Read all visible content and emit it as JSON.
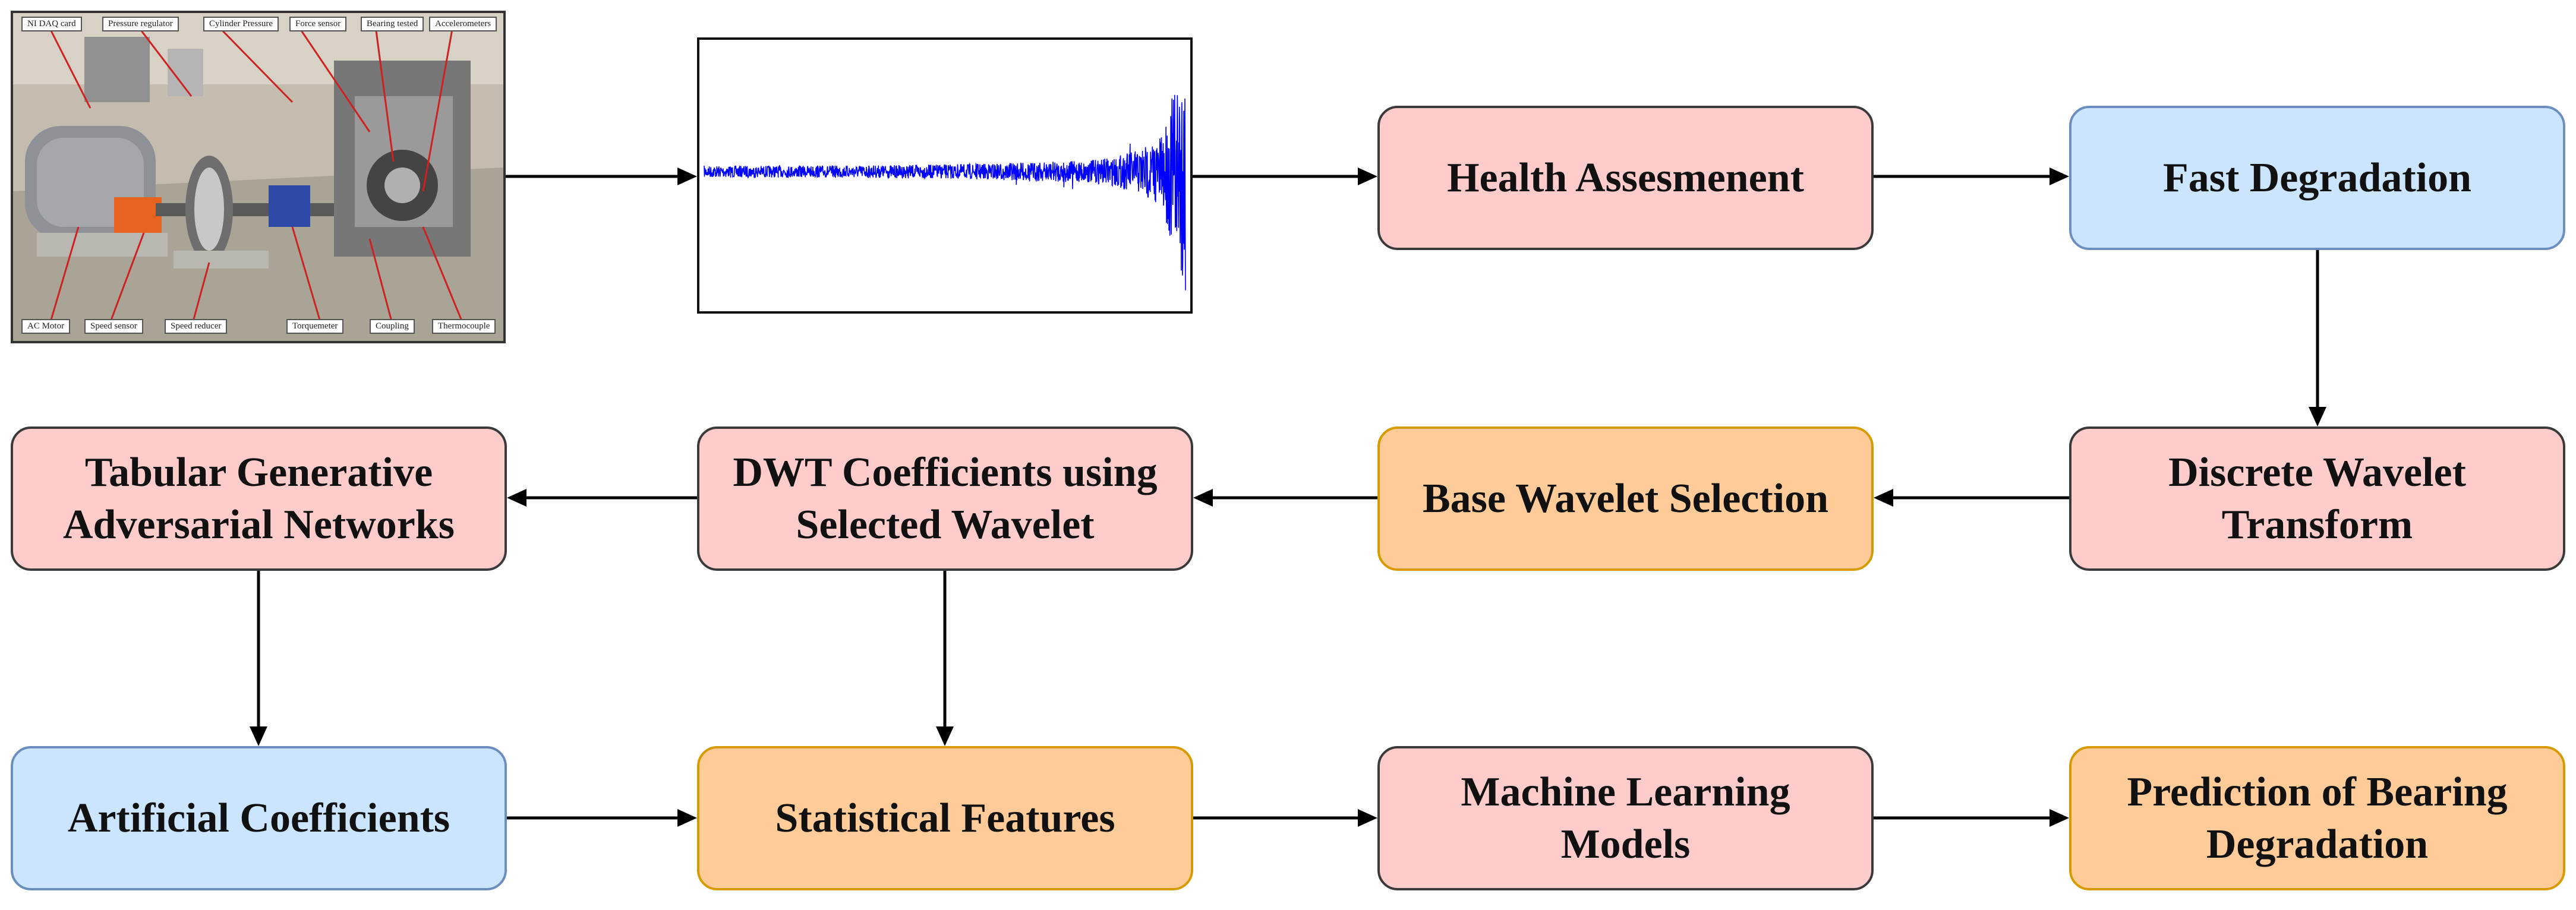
{
  "photo": {
    "top_labels": [
      "NI DAQ card",
      "Pressure regulator",
      "Cylinder Pressure",
      "Force sensor",
      "Bearing tested",
      "Accelerometers"
    ],
    "bottom_labels": [
      "AC Motor",
      "Speed sensor",
      "Speed reducer",
      "Torquemeter",
      "Coupling",
      "Thermocouple"
    ]
  },
  "nodes": {
    "health_assessment": "Health Assesmenent",
    "fast_degradation": "Fast Degradation",
    "discrete_wavelet_transform": "Discrete Wavelet\nTransform",
    "base_wavelet_selection": "Base Wavelet Selection",
    "dwt_coefficients": "DWT Coefficients using\nSelected Wavelet",
    "tabular_gan": "Tabular Generative\nAdversarial Networks",
    "artificial_coefficients": "Artificial Coefficients",
    "statistical_features": "Statistical Features",
    "machine_learning_models": "Machine Learning\nModels",
    "prediction": "Prediction of Bearing\nDegradation"
  },
  "colors": {
    "pink": "#ffcccc",
    "blue": "#cce5ff",
    "orange": "#ffcc99",
    "signal": "#0000ff",
    "arrow": "#000000"
  }
}
